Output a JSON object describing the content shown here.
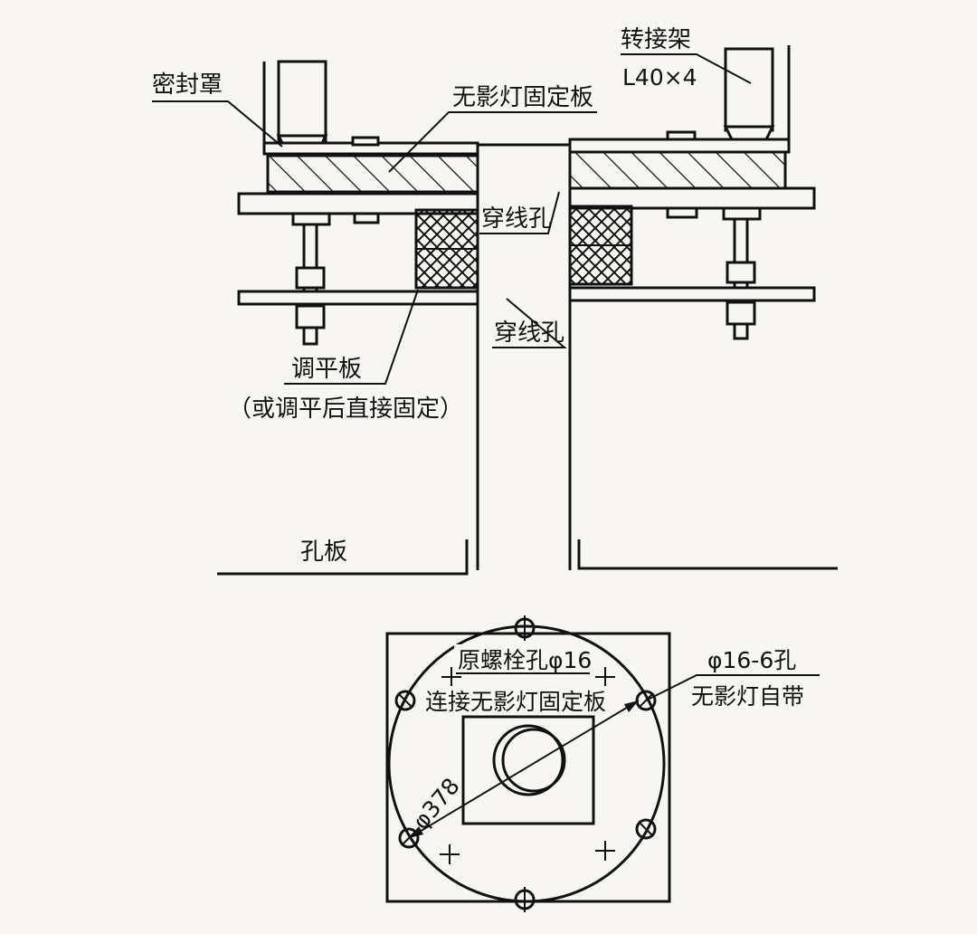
{
  "labels": {
    "seal_cover": "密封罩",
    "adapter_frame": "转接架",
    "angle_steel": "L40×4",
    "lamp_fixing_plate": "无影灯固定板",
    "wire_hole_upper": "穿线孔",
    "wire_hole_lower": "穿线孔",
    "leveling_plate": "调平板",
    "leveling_note": "（或调平后直接固定）",
    "orifice_plate": "孔板",
    "original_bolt_hole": "原螺栓孔φ16",
    "connect_plate": "连接无影灯固定板",
    "hole_spec": "φ16-6孔",
    "lamp_supplied": "无影灯自带",
    "diameter": "φ378"
  },
  "colors": {
    "ink": "#111111",
    "paper": "#f7f6f2"
  }
}
